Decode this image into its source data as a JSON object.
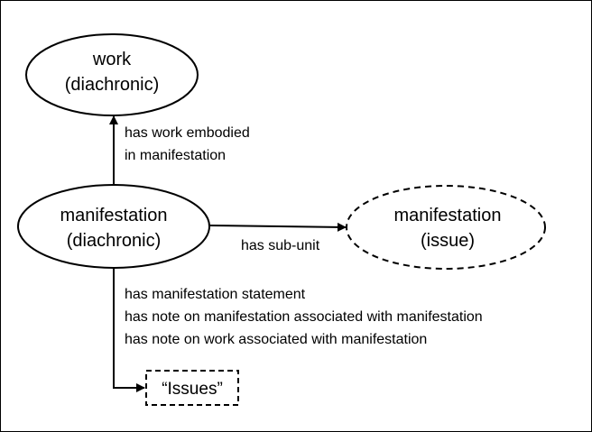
{
  "nodes": {
    "work": {
      "line1": "work",
      "line2": "(diachronic)"
    },
    "manifestation_diachronic": {
      "line1": "manifestation",
      "line2": "(diachronic)"
    },
    "manifestation_issue": {
      "line1": "manifestation",
      "line2": "(issue)"
    },
    "issues": {
      "label": "“Issues”"
    }
  },
  "edges": {
    "work_embodied": {
      "line1": "has work embodied",
      "line2": "in manifestation"
    },
    "sub_unit": {
      "label": "has sub-unit"
    },
    "notes": {
      "line1": "has manifestation statement",
      "line2": "has note on manifestation associated with manifestation",
      "line3": "has note on work associated with manifestation"
    }
  },
  "colors": {
    "stroke": "#000000",
    "background": "#ffffff"
  }
}
